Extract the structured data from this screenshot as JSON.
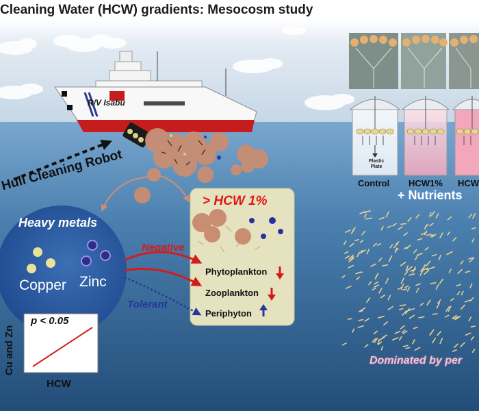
{
  "title": "Cleaning Water (HCW) gradients: Mesocosm study",
  "ship": {
    "name": "R/V Isabu"
  },
  "robot_label": "Hull Cleaning Robot",
  "heavy_metals": {
    "title": "Heavy metals",
    "metal_1": "Copper",
    "metal_2": "Zinc"
  },
  "effects": {
    "negative": "Negative",
    "tolerant": "Tolerant"
  },
  "hcw_box": {
    "title": "> HCW 1%",
    "items": [
      {
        "label": "Phytoplankton",
        "trend": "down"
      },
      {
        "label": "Zooplankton",
        "trend": "down"
      },
      {
        "label": "Periphyton",
        "trend": "up"
      }
    ]
  },
  "inset": {
    "significance": "p < 0.05",
    "ylabel": "Cu and Zn",
    "xlabel": "HCW"
  },
  "mesocosm": {
    "plate_label": "Plastic Plate",
    "tanks": [
      "Control",
      "HCW1%",
      "HCW"
    ],
    "nutrients": "+ Nutrients",
    "dominated": "Dominated by per"
  },
  "colors": {
    "sky": "#d5e2ee",
    "sea": "#2e5b8a",
    "negative": "#d41b1b",
    "tolerant": "#25389c",
    "box": "#e5e3bf"
  }
}
